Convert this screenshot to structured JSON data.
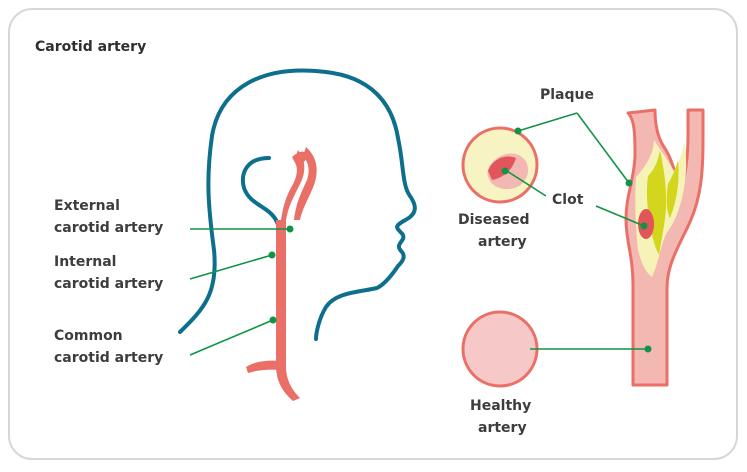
{
  "diagram": {
    "title": "Carotid artery",
    "labels": {
      "external_line1": "External",
      "external_line2": "carotid artery",
      "internal_line1": "Internal",
      "internal_line2": "carotid artery",
      "common_line1": "Common",
      "common_line2": "carotid artery",
      "plaque": "Plaque",
      "clot": "Clot",
      "diseased_line1": "Diseased",
      "diseased_line2": "artery",
      "healthy_line1": "Healthy",
      "healthy_line2": "artery"
    },
    "colors": {
      "outline": "#0d6f8d",
      "artery": "#ea6f67",
      "artery_light": "#f4b8b3",
      "plaque_fill": "#f6f3b8",
      "plaque_core": "#d4d61d",
      "line": "#119447",
      "frame": "#d7d7d7"
    }
  }
}
